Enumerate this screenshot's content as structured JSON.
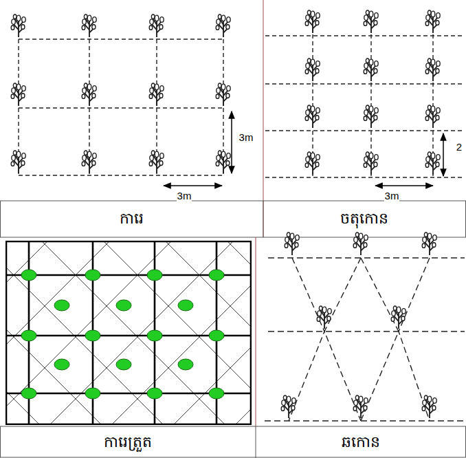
{
  "diagram": {
    "labels": [
      "3m",
      "3m",
      "2",
      "3m",
      "ការេ",
      "ចតុកោន",
      "ការេត្រួត",
      "ឆកោន"
    ]
  }
}
